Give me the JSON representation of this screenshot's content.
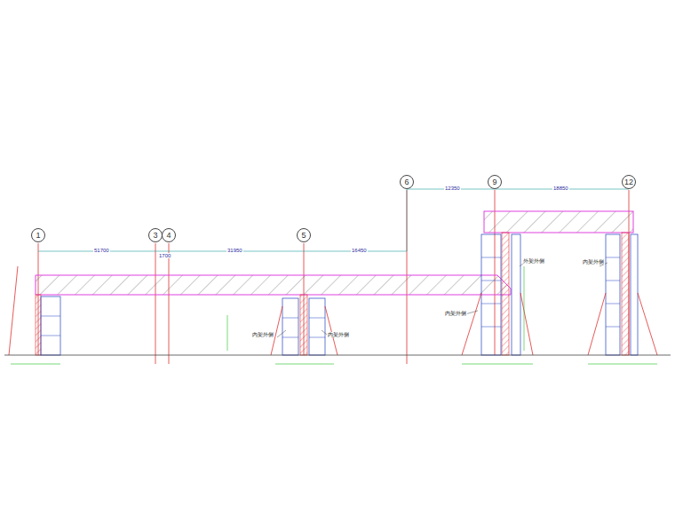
{
  "diagram": {
    "nodes": [
      {
        "text": [
          "1"
        ]
      },
      {
        "text": [
          "3"
        ]
      },
      {
        "text": [
          "4"
        ]
      },
      {
        "text": [
          "5"
        ]
      },
      {
        "text": [
          "6"
        ]
      },
      {
        "text": [
          "9"
        ]
      },
      {
        "text": [
          "12"
        ]
      }
    ],
    "labels": [
      "51700",
      "1700",
      "31950",
      "16450",
      "12350",
      "18850",
      "内架外侧",
      "内架外侧",
      "内架外侧",
      "外架外侧",
      "内架外侧"
    ]
  }
}
